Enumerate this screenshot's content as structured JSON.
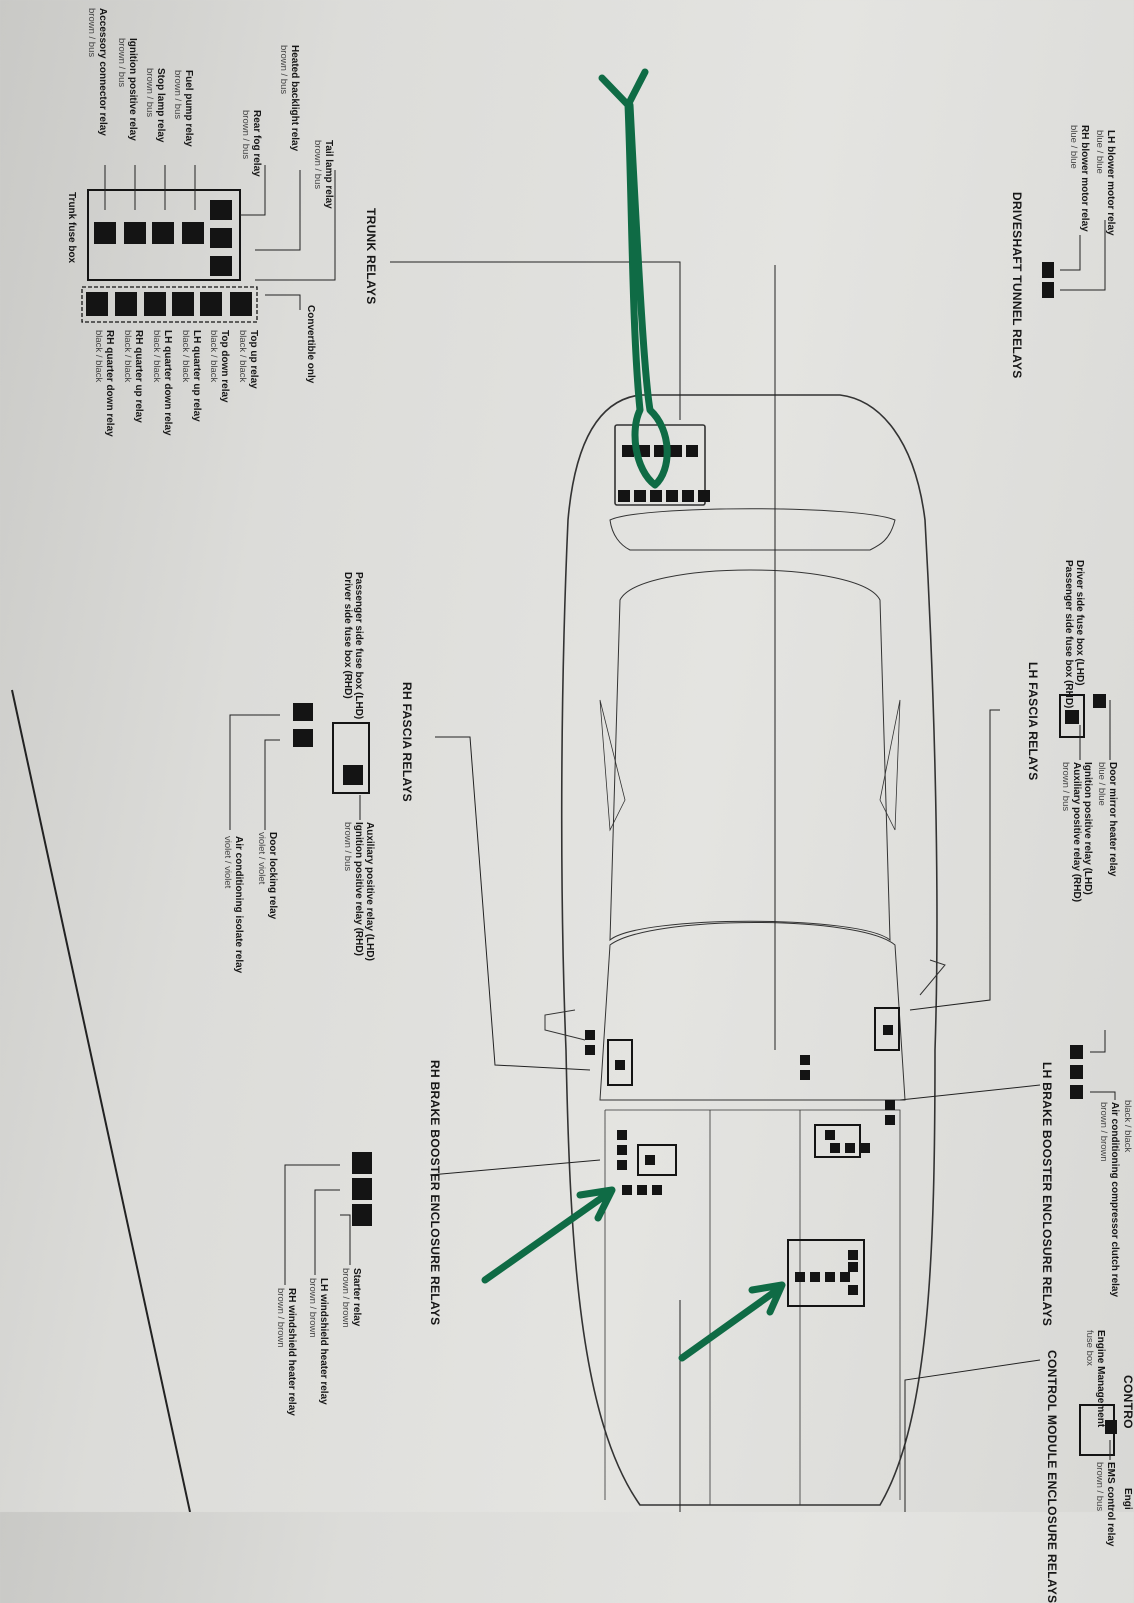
{
  "headers": {
    "trunk": "TRUNK RELAYS",
    "driveshaft": "DRIVESHAFT TUNNEL RELAYS",
    "lh_fascia": "LH FASCIA RELAYS",
    "rh_fascia": "RH FASCIA RELAYS",
    "lh_brake": "LH BRAKE BOOSTER ENCLOSURE RELAYS",
    "rh_brake": "RH BRAKE BOOSTER ENCLOSURE RELAYS",
    "control_module": "CONTROL MODULE ENCLOSURE RELAYS",
    "control_cut": "CONTRO"
  },
  "trunk": {
    "relays": [
      {
        "name": "Tail lamp relay",
        "color": "brown / bus"
      },
      {
        "name": "Heated backlight relay",
        "color": "brown / bus"
      },
      {
        "name": "Rear fog relay",
        "color": "brown / bus"
      },
      {
        "name": "Fuel pump relay",
        "color": "brown / bus"
      },
      {
        "name": "Stop lamp relay",
        "color": "brown / bus"
      },
      {
        "name": "Ignition positive relay",
        "color": "brown / bus"
      },
      {
        "name": "Accessory connector relay",
        "color": "brown / bus"
      }
    ],
    "fuse_box": "Trunk fuse box",
    "convertible_only": "Convertible only",
    "convertible_relays": [
      {
        "name": "Top up relay",
        "color": "black / black"
      },
      {
        "name": "Top down relay",
        "color": "black / black"
      },
      {
        "name": "LH quarter up relay",
        "color": "black / black"
      },
      {
        "name": "LH quarter down relay",
        "color": "black / black"
      },
      {
        "name": "RH quarter up relay",
        "color": "black / black"
      },
      {
        "name": "RH quarter down relay",
        "color": "black / black"
      }
    ]
  },
  "driveshaft": {
    "relays": [
      {
        "name": "LH blower motor relay",
        "color": "blue / blue"
      },
      {
        "name": "RH blower motor relay",
        "color": "blue / blue"
      }
    ]
  },
  "lh_fascia": {
    "fuse_box_line1": "Driver side fuse box (LHD)",
    "fuse_box_line2": "Passenger side fuse box (RHD)",
    "door_mirror": {
      "name": "Door mirror heater relay",
      "color": "blue / blue"
    },
    "ignition": {
      "line1": "Ignition positive relay (LHD)",
      "line2": "Auxiliary positive relay (RHD)",
      "color": "brown / bus"
    }
  },
  "rh_fascia": {
    "fuse_box_line1": "Passenger side fuse box (LHD)",
    "fuse_box_line2": "Driver side fuse box (RHD)",
    "auxiliary": {
      "line1": "Auxiliary positive relay (LHD)",
      "line2": "Ignition positive relay (RHD)",
      "color": "brown / bus"
    },
    "door_locking": {
      "name": "Door locking relay",
      "color": "violet / violet"
    },
    "ac_isolate": {
      "name": "Air conditioning isolate relay",
      "color": "violet / violet"
    }
  },
  "lh_brake": {
    "cut_color": "black / black",
    "ac_clutch": {
      "name": "Air conditioning compressor clutch relay",
      "color": "brown / brown"
    }
  },
  "rh_brake": {
    "relays": [
      {
        "name": "Starter relay",
        "color": "brown / brown"
      },
      {
        "name": "LH windshield heater relay",
        "color": "brown / brown"
      },
      {
        "name": "RH windshield heater relay",
        "color": "brown / brown"
      }
    ]
  },
  "control_module": {
    "fuse_box_line1": "Engine Management",
    "fuse_box_line2": "fuse box",
    "ems": {
      "name": "EMS control relay",
      "color": "brown / bus"
    },
    "engine_cut": "Engi"
  },
  "colors": {
    "marker": "#0f6b45",
    "ink": "#161616",
    "paper": "#dcdcd9"
  }
}
